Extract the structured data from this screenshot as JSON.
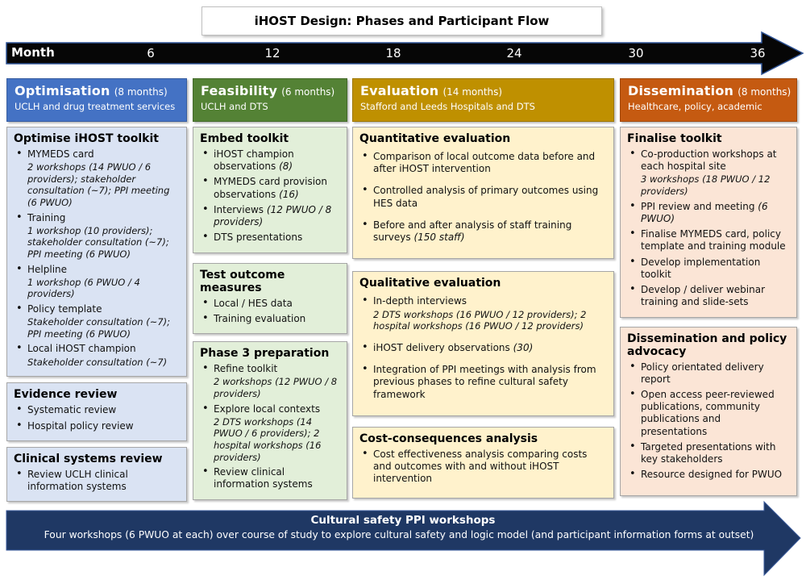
{
  "title": "iHOST Design: Phases and Participant Flow",
  "timeline": {
    "label": "Month",
    "months": [
      "6",
      "12",
      "18",
      "24",
      "30",
      "36"
    ]
  },
  "colors": {
    "timeline_fill": "#060606",
    "timeline_stroke": "#2e5395",
    "banner_fill": "#1f3864",
    "banner_stroke": "#3a5a9b"
  },
  "phases": [
    {
      "name": "Optimisation",
      "duration": "(8 months)",
      "subtitle": "UCLH and drug treatment services",
      "color": "#4472c4",
      "light": "#dae3f3"
    },
    {
      "name": "Feasibility",
      "duration": "(6 months)",
      "subtitle": "UCLH and DTS",
      "color": "#548235",
      "light": "#e2efd9"
    },
    {
      "name": "Evaluation",
      "duration": "(14 months)",
      "subtitle": "Stafford and Leeds Hospitals and DTS",
      "color": "#bf9000",
      "light": "#fff2cc"
    },
    {
      "name": "Dissemination",
      "duration": "(8 months)",
      "subtitle": "Healthcare, policy, academic",
      "color": "#c55a11",
      "light": "#fbe5d6"
    }
  ],
  "columns": [
    {
      "boxes": [
        {
          "title": "Optimise iHOST toolkit",
          "items": [
            {
              "text": "MYMEDS card",
              "note": "2 workshops (14 PWUO / 6 providers); stakeholder consultation (~7); PPI meeting (6 PWUO)"
            },
            {
              "text": "Training",
              "note": "1 workshop (10 providers); stakeholder consultation (~7); PPI meeting (6 PWUO)"
            },
            {
              "text": "Helpline",
              "note": "1 workshop (6 PWUO / 4 providers)"
            },
            {
              "text": "Policy template",
              "note": "Stakeholder consultation (~7); PPI meeting (6 PWUO)"
            },
            {
              "text": "Local iHOST champion",
              "note": "Stakeholder consultation (~7)"
            }
          ]
        },
        {
          "title": "Evidence review",
          "items": [
            {
              "text": "Systematic review"
            },
            {
              "text": "Hospital policy review"
            }
          ]
        },
        {
          "title": "Clinical systems review",
          "items": [
            {
              "text": "Review UCLH clinical information systems"
            }
          ]
        }
      ]
    },
    {
      "boxes": [
        {
          "title": "Embed toolkit",
          "items": [
            {
              "text": "iHOST champion observations",
              "note_inline": "(8)"
            },
            {
              "text": "MYMEDS card provision observations",
              "note_inline": "(16)"
            },
            {
              "text": "Interviews",
              "note_inline": "(12 PWUO / 8 providers)"
            },
            {
              "text": "DTS presentations"
            }
          ]
        },
        {
          "title": "Test outcome measures",
          "items": [
            {
              "text": "Local / HES data"
            },
            {
              "text": "Training evaluation"
            }
          ]
        },
        {
          "title": "Phase 3 preparation",
          "items": [
            {
              "text": "Refine toolkit",
              "note": "2 workshops (12 PWUO / 8 providers)"
            },
            {
              "text": "Explore local contexts",
              "note": "2 DTS workshops (14 PWUO / 6 providers); 2 hospital workshops (16 providers)"
            },
            {
              "text": "Review clinical information systems"
            }
          ]
        }
      ]
    },
    {
      "boxes": [
        {
          "title": "Quantitative evaluation",
          "items": [
            {
              "text": "Comparison of local outcome data before and after iHOST intervention"
            },
            {
              "text": "Controlled analysis of primary outcomes using HES data"
            },
            {
              "text": "Before and after analysis of staff training surveys",
              "note_inline": "(150 staff)"
            }
          ]
        },
        {
          "title": "Qualitative evaluation",
          "items": [
            {
              "text": "In-depth interviews",
              "note": "2 DTS workshops (16 PWUO / 12 providers); 2 hospital workshops (16 PWUO / 12 providers)"
            },
            {
              "text": "iHOST delivery observations",
              "note_inline": "(30)"
            },
            {
              "text": "Integration of PPI meetings with analysis from previous phases to refine cultural safety framework"
            }
          ]
        },
        {
          "title": "Cost-consequences analysis",
          "items": [
            {
              "text": "Cost effectiveness analysis comparing costs and outcomes with and without iHOST intervention"
            }
          ]
        }
      ]
    },
    {
      "boxes": [
        {
          "title": "Finalise toolkit",
          "items": [
            {
              "text": "Co-production workshops at each hospital site",
              "note": "3 workshops (18 PWUO / 12 providers)"
            },
            {
              "text": "PPI review and meeting",
              "note_inline": "(6 PWUO)"
            },
            {
              "text": "Finalise MYMEDS card, policy template and training module"
            },
            {
              "text": "Develop implementation toolkit"
            },
            {
              "text": "Develop / deliver webinar training and slide-sets"
            }
          ]
        },
        {
          "title": "Dissemination and policy advocacy",
          "items": [
            {
              "text": "Policy orientated delivery report"
            },
            {
              "text": "Open access peer-reviewed publications, community publications and presentations"
            },
            {
              "text": "Targeted presentations with key stakeholders"
            },
            {
              "text": "Resource designed for PWUO"
            }
          ]
        }
      ]
    }
  ],
  "banner": {
    "title": "Cultural safety PPI workshops",
    "subtitle": "Four workshops (6 PWUO at each) over course of study to explore cultural safety and logic model (and participant information forms at outset)"
  }
}
